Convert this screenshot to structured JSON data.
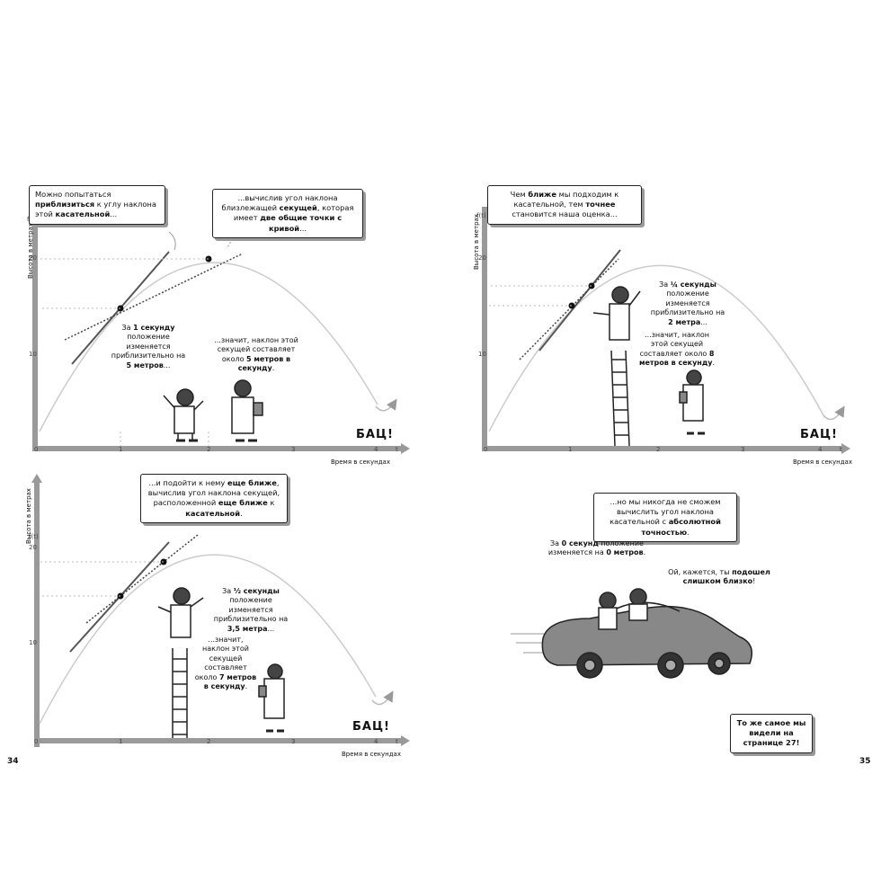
{
  "pages": {
    "left": "34",
    "right": "35"
  },
  "axis": {
    "y_label": "Высота в метрах",
    "x_label": "Время в секундах",
    "y_fn": "f(t)",
    "x_var": "t",
    "y_ticks": [
      "0",
      "10",
      "20"
    ],
    "x_ticks": [
      "1",
      "2",
      "3",
      "4"
    ],
    "bam": "БАЦ!"
  },
  "panel1": {
    "bubble_left": [
      "Можно попытаться ",
      "приблизиться",
      " к углу наклона этой ",
      "касательной",
      "..."
    ],
    "bubble_right": [
      "...вычислив угол наклона близлежащей ",
      "секущей",
      ", которая имеет ",
      "две общие точки с кривой",
      "..."
    ],
    "caption_a": [
      "За ",
      "1 секунду",
      " положение изменяется приблизительно на ",
      "5 метров",
      "..."
    ],
    "caption_b": [
      "...значит, наклон этой секущей составляет около ",
      "5 метров в секунду",
      "."
    ]
  },
  "panel2": {
    "bubble": [
      "Чем ",
      "ближе",
      " мы подходим к касательной, тем ",
      "точнее",
      " становится наша оценка..."
    ],
    "caption_a": [
      "За ",
      "¼ секунды",
      " положение изменяется приблизительно на ",
      "2 метра",
      "..."
    ],
    "caption_b": [
      "...значит, наклон этой секущей составляет около ",
      "8 метров в секунду",
      "."
    ]
  },
  "panel3": {
    "bubble": [
      "...и подойти к нему ",
      "еще ближе",
      ", вычислив угол наклона секущей, расположенной ",
      "еще ближе",
      " к ",
      "касательной",
      "."
    ],
    "caption_a": [
      "За ",
      "½ секунды",
      " положение изменяется приблизительно на ",
      "3,5 метра",
      "..."
    ],
    "caption_b": [
      "...значит, наклон этой секущей составляет около ",
      "7 метров в секунду",
      "."
    ]
  },
  "panel4": {
    "bubble": [
      "...но мы никогда не сможем вычислить угол наклона касательной с ",
      "абсолютной точностью",
      "."
    ],
    "caption_a": [
      "За ",
      "0 секунд",
      " положение изменяется на ",
      "0 метров",
      "."
    ],
    "caption_b": [
      "Ой, кажется, ты ",
      "подошел слишком близко",
      "!"
    ],
    "bubble_bottom": [
      "То же самое мы видели на ",
      "странице 27",
      "!"
    ]
  }
}
